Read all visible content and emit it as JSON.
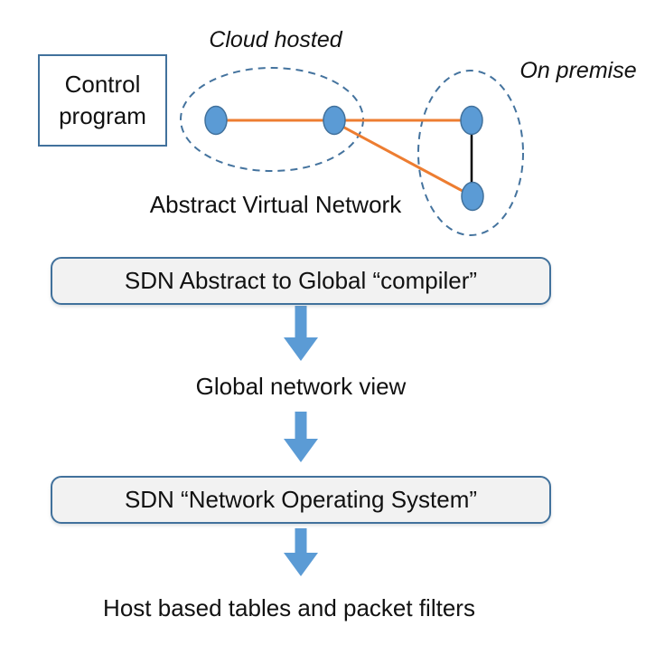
{
  "diagram": {
    "control_box": {
      "line1": "Control",
      "line2": "program"
    },
    "labels": {
      "cloud_hosted": "Cloud hosted",
      "on_premise": "On premise",
      "abstract_virtual_network": "Abstract Virtual Network",
      "global_network_view": "Global network view",
      "host_based": "Host based tables and packet filters"
    },
    "boxes": {
      "compiler": "SDN Abstract to Global “compiler”",
      "nos": "SDN “Network Operating System”"
    },
    "colors": {
      "node_fill": "#5B9BD5",
      "node_stroke": "#41719C",
      "link_orange": "#ED7D31",
      "link_black": "#000000",
      "ellipse_dash": "#44739E",
      "box_border": "#41719C",
      "box_fill": "#F2F2F2",
      "arrow_blue": "#5B9BD5"
    }
  }
}
